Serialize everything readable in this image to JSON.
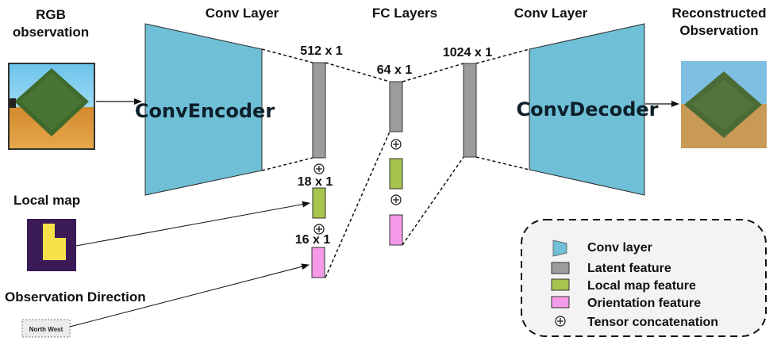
{
  "headers": {
    "input": [
      "RGB",
      "observation"
    ],
    "encoder_layer": "Conv Layer",
    "fc_layers": "FC Layers",
    "decoder_layer": "Conv Layer",
    "output": [
      "Reconstructed",
      "Observation"
    ]
  },
  "blocks": {
    "encoder": "ConvEncoder",
    "decoder": "ConvDecoder"
  },
  "dimensions": {
    "encoder_latent": "512 x 1",
    "bottleneck": "64 x 1",
    "decoder_latent": "1024 x 1",
    "local_map": "18 x 1",
    "orientation": "16 x 1"
  },
  "inputs": {
    "local_map": "Local map",
    "observation_direction": "Observation Direction",
    "direction_value": "North West"
  },
  "legend": {
    "conv": "Conv layer",
    "latent": "Latent feature",
    "local_map": "Local map feature",
    "orientation": "Orientation feature",
    "concat": "Tensor concatenation"
  },
  "colors": {
    "conv": "#6fbfd6",
    "latent": "#9c9c9c",
    "local_map": "#a6c44e",
    "orientation": "#f59ae8",
    "map_dark": "#3a1a57",
    "map_light": "#f6e14a"
  },
  "symbols": {
    "concat": "⊕"
  }
}
